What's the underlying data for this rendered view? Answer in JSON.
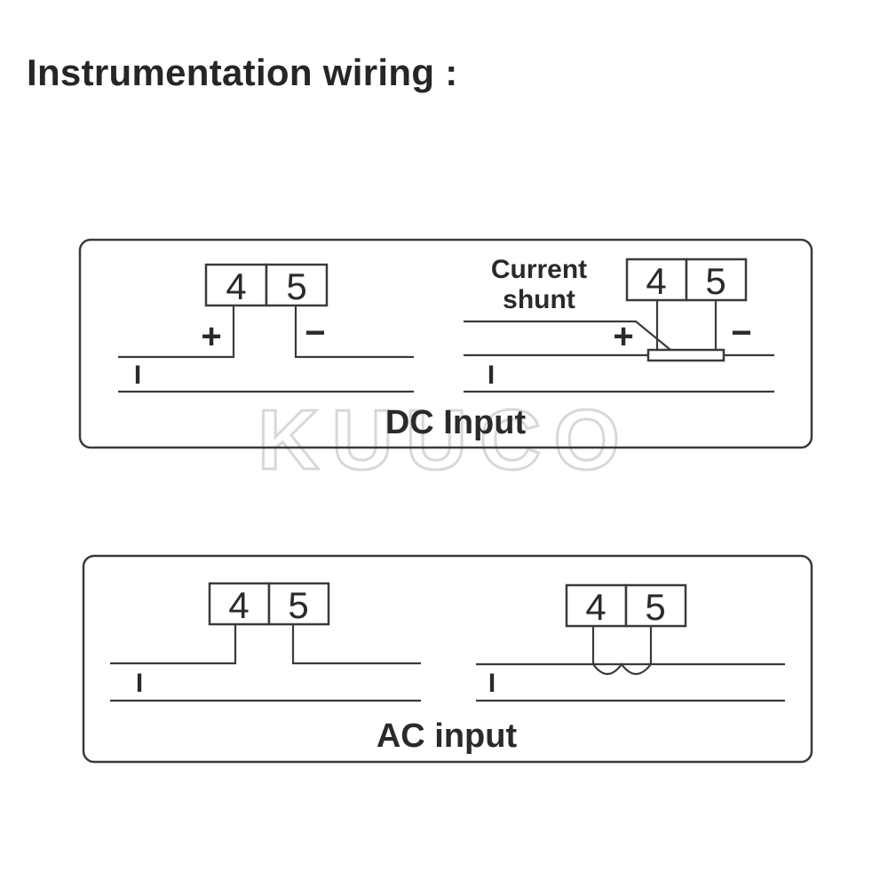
{
  "title": "Instrumentation wiring :",
  "watermark": "KUUCO",
  "dc_panel": {
    "label": "DC Input",
    "left": {
      "terminals": [
        "4",
        "5"
      ],
      "plus": "+",
      "minus": "−",
      "line_mark": "I"
    },
    "right": {
      "shunt_label_line1": "Current",
      "shunt_label_line2": "shunt",
      "terminals": [
        "4",
        "5"
      ],
      "plus": "+",
      "minus": "−",
      "line_mark": "I"
    }
  },
  "ac_panel": {
    "label": "AC input",
    "left": {
      "terminals": [
        "4",
        "5"
      ],
      "line_mark": "I"
    },
    "right": {
      "terminals": [
        "4",
        "5"
      ],
      "line_mark": "I"
    }
  },
  "colors": {
    "ink": "#2a2a2a",
    "frame": "#3a3a3a",
    "watermark": "#d8d8d8"
  }
}
